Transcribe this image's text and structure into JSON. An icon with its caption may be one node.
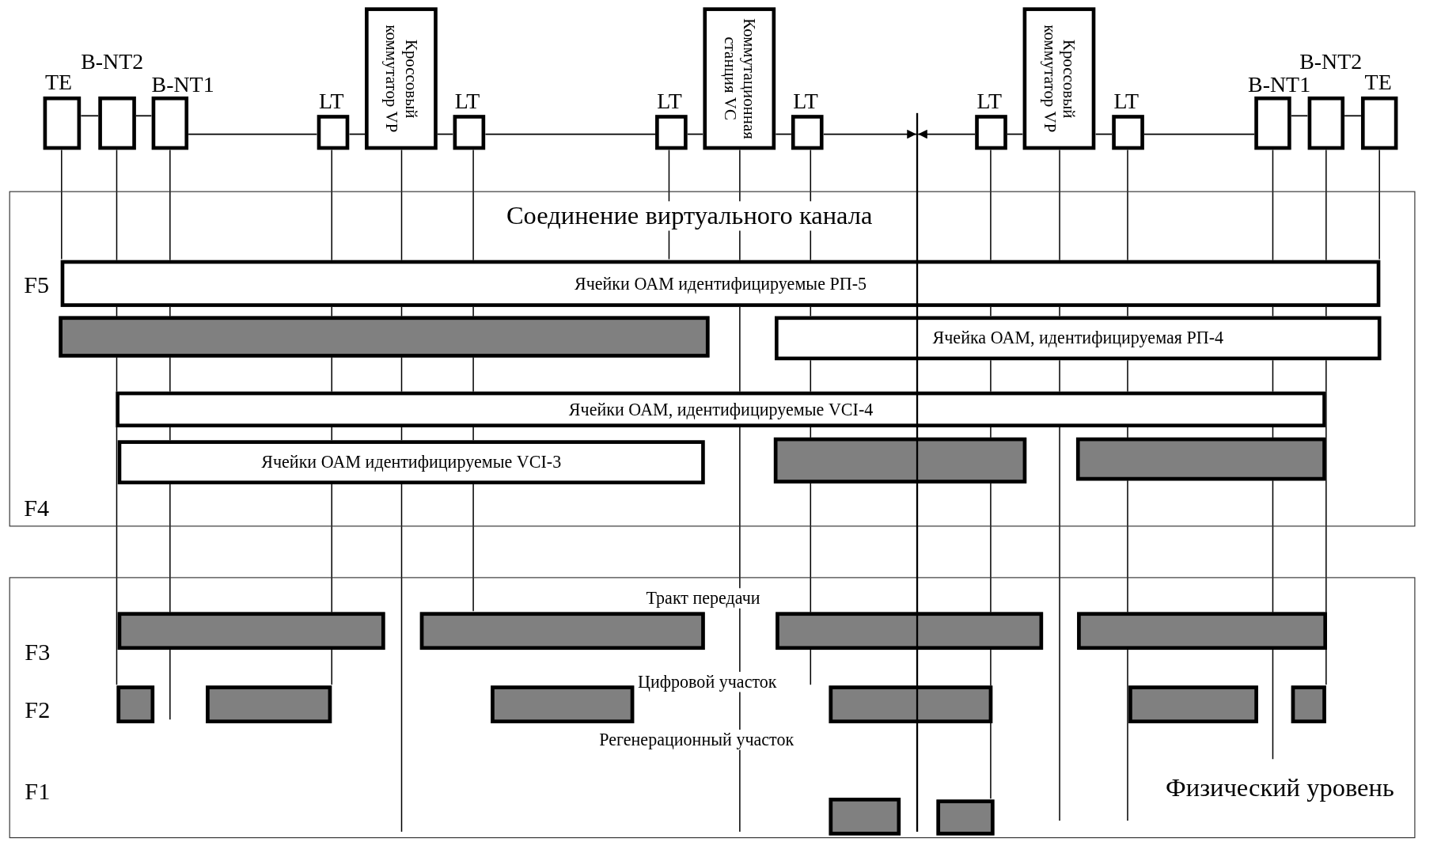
{
  "diagram": {
    "nodes": [
      {
        "text": [
          "TE"
        ]
      },
      {
        "text": [
          "B-NT2"
        ]
      },
      {
        "text": [
          "B-NT1"
        ]
      },
      {
        "text": [
          "LT"
        ]
      },
      {
        "text": [
          "Кроссовый коммутатор VP"
        ]
      },
      {
        "text": [
          "LT"
        ]
      },
      {
        "text": [
          "LT"
        ]
      },
      {
        "text": [
          "Коммутационная станция VC"
        ]
      },
      {
        "text": [
          "LT"
        ]
      },
      {
        "text": [
          "LT"
        ]
      },
      {
        "text": [
          "Кроссовый коммутатор VP"
        ]
      },
      {
        "text": [
          "LT"
        ]
      },
      {
        "text": [
          "B-NT1"
        ]
      },
      {
        "text": [
          "B-NT2"
        ]
      },
      {
        "text": [
          "TE"
        ]
      },
      {
        "text": [
          "Соединение виртуального канала"
        ]
      },
      {
        "text": [
          "Ячейки ОАМ идентифицируемые РП-5"
        ],
        "in": 15
      },
      {
        "text": [],
        "shape": "bar",
        "in": 15
      },
      {
        "text": [
          "Ячейка ОАМ, идентифицируемая РП-4"
        ],
        "in": 15
      },
      {
        "text": [
          "Ячейки ОАМ, идентифицируемые VCI-4"
        ],
        "in": 15
      },
      {
        "text": [
          "Ячейки ОАМ идентифицируемые VCI-3"
        ],
        "in": 15
      },
      {
        "text": [],
        "shape": "bar",
        "in": 15
      },
      {
        "text": [],
        "shape": "bar",
        "in": 15
      },
      {
        "text": [
          "Физический уровень"
        ]
      },
      {
        "text": [],
        "shape": "bar",
        "in": 23
      },
      {
        "text": [],
        "shape": "bar",
        "in": 23
      },
      {
        "text": [],
        "shape": "bar",
        "in": 23
      },
      {
        "text": [],
        "shape": "bar",
        "in": 23
      },
      {
        "text": [],
        "shape": "bar",
        "in": 23
      },
      {
        "text": [],
        "shape": "bar",
        "in": 23
      },
      {
        "text": [],
        "shape": "bar",
        "in": 23
      },
      {
        "text": [],
        "shape": "bar",
        "in": 23
      },
      {
        "text": [],
        "shape": "bar",
        "in": 23
      },
      {
        "text": [],
        "shape": "bar",
        "in": 23
      },
      {
        "text": [],
        "shape": "bar",
        "in": 23
      },
      {
        "text": [],
        "shape": "bar",
        "in": 23
      },
      {
        "text": [],
        "shape": "line"
      }
    ],
    "edges": [
      {
        "from": 0,
        "to": 1,
        "arrow": "none"
      },
      {
        "from": 1,
        "to": 2,
        "arrow": "none"
      },
      {
        "from": 2,
        "to": 3,
        "arrow": "none"
      },
      {
        "from": 3,
        "to": 4,
        "arrow": "none"
      },
      {
        "from": 4,
        "to": 5,
        "arrow": "none"
      },
      {
        "from": 5,
        "to": 6,
        "arrow": "none"
      },
      {
        "from": 6,
        "to": 7,
        "arrow": "none"
      },
      {
        "from": 7,
        "to": 8,
        "arrow": "none"
      },
      {
        "from": 8,
        "to": 36,
        "arrow": "to"
      },
      {
        "from": 9,
        "to": 36,
        "arrow": "to"
      },
      {
        "from": 9,
        "to": 10,
        "arrow": "none"
      },
      {
        "from": 10,
        "to": 11,
        "arrow": "none"
      },
      {
        "from": 11,
        "to": 12,
        "arrow": "none"
      },
      {
        "from": 12,
        "to": 13,
        "arrow": "none"
      },
      {
        "from": 13,
        "to": 14,
        "arrow": "none"
      }
    ],
    "labels": [
      "F5",
      "F4",
      "Тракт передачи",
      "F3",
      "Цифровой участок",
      "F2",
      "Регенерационный участок",
      "F1"
    ]
  }
}
